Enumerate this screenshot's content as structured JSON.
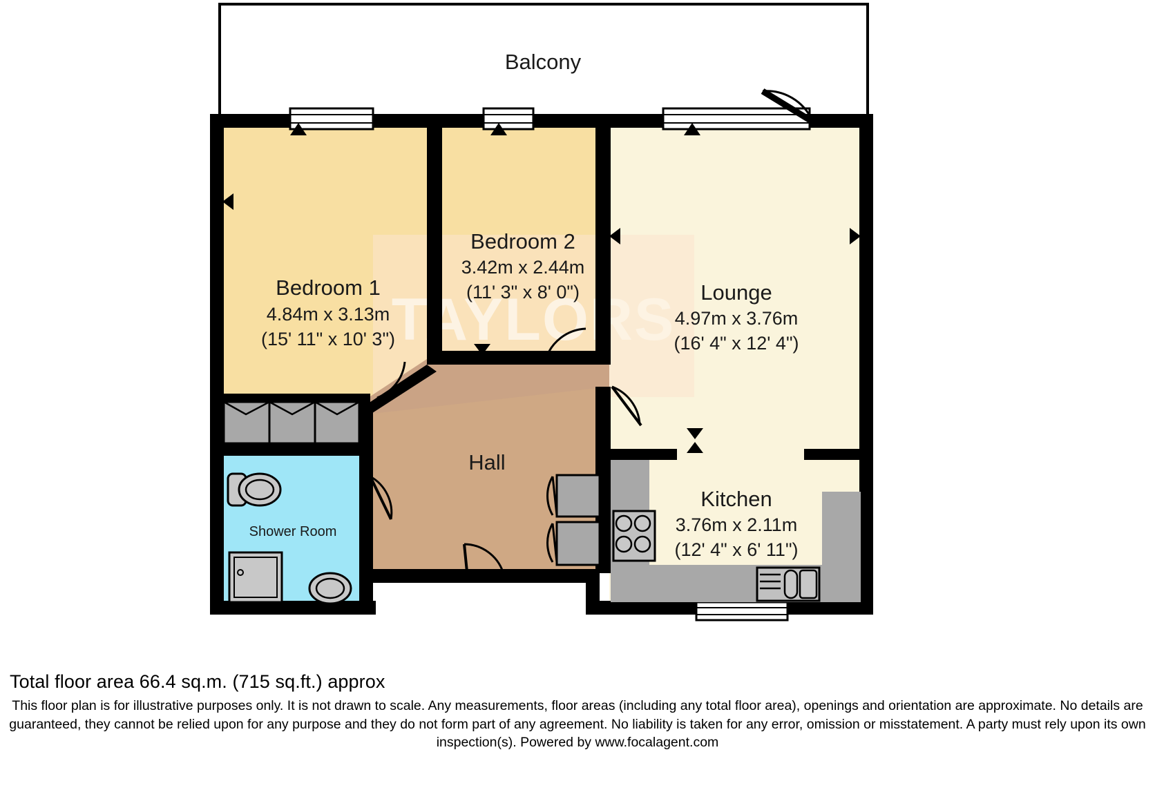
{
  "plan": {
    "balcony": {
      "label": "Balcony"
    },
    "rooms": [
      {
        "id": "bedroom1",
        "name": "Bedroom 1",
        "dim_metric": "4.84m x 3.13m",
        "dim_imperial": "(15' 11\" x 10' 3\")",
        "color": "#f8dfa2"
      },
      {
        "id": "bedroom2",
        "name": "Bedroom 2",
        "dim_metric": "3.42m x 2.44m",
        "dim_imperial": "(11' 3\" x 8' 0\")",
        "color": "#f8dfa2"
      },
      {
        "id": "lounge",
        "name": "Lounge",
        "dim_metric": "4.97m x 3.76m",
        "dim_imperial": "(16' 4\" x 12' 4\")",
        "color": "#faf4dc"
      },
      {
        "id": "kitchen",
        "name": "Kitchen",
        "dim_metric": "3.76m x 2.11m",
        "dim_imperial": "(12' 4\" x 6' 11\")",
        "color": "#faf4dc"
      },
      {
        "id": "hall",
        "name": "Hall",
        "dim_metric": "",
        "dim_imperial": "",
        "color": "#cfa884"
      },
      {
        "id": "shower-room",
        "name": "Shower Room",
        "dim_metric": "",
        "dim_imperial": "",
        "color": "#9fe6f7"
      }
    ],
    "watermark": "TAYLORS",
    "colors": {
      "wall": "#000000",
      "bedroom_fill": "#f8dfa2",
      "lounge_fill": "#faf4dc",
      "hall_fill": "#cfa884",
      "shower_fill": "#9fe6f7",
      "fixture_fill": "#a8a8a8",
      "watermark": "#fdf3e3",
      "balcony_fill": "#ffffff"
    }
  },
  "footer": {
    "total_area": "Total floor area 66.4 sq.m. (715 sq.ft.) approx",
    "disclaimer": "This floor plan is for illustrative purposes only. It is not drawn to scale. Any measurements, floor areas (including any total floor area), openings and orientation are approximate. No details are guaranteed, they cannot be relied upon for any purpose and they do not form part of any agreement. No liability is taken for any error, omission or misstatement. A party must rely upon its own inspection(s). Powered by www.focalagent.com"
  }
}
